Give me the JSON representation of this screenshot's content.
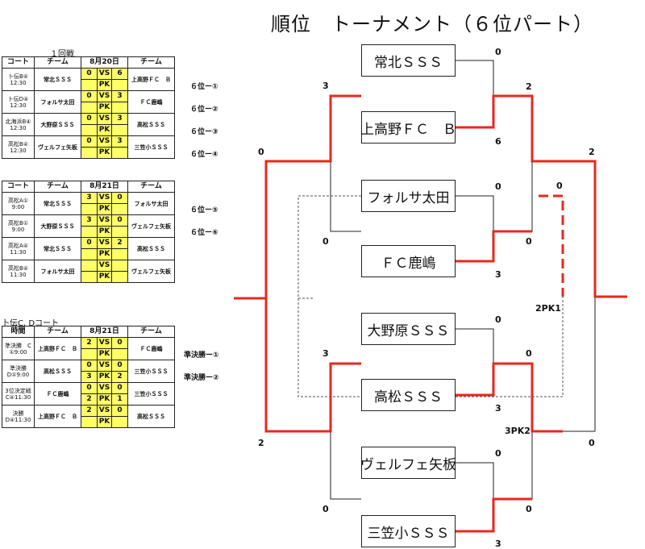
{
  "title": "順位　トーナメント（６位パート）",
  "round1": {
    "caption": "１回戦",
    "headers": [
      "コート",
      "チーム",
      "8月20日",
      "チーム"
    ],
    "date_label": "8月20日",
    "vs": "VS",
    "pk": "PK",
    "rows": [
      {
        "court": "卜伝B④",
        "time": "12:30",
        "team1": "常北ＳＳＳ",
        "s1": "0",
        "s2": "6",
        "pk1": "",
        "pk2": "",
        "team2": "上高野ＦＣ　Ｂ",
        "label": "６位ー①"
      },
      {
        "court": "卜伝D④",
        "time": "12:30",
        "team1": "フォルサ太田",
        "s1": "0",
        "s2": "3",
        "pk1": "",
        "pk2": "",
        "team2": "ＦＣ鹿嶋",
        "label": "６位ー②"
      },
      {
        "court": "北海浜B④",
        "time": "12:30",
        "team1": "大野原ＳＳＳ",
        "s1": "0",
        "s2": "3",
        "pk1": "",
        "pk2": "",
        "team2": "高松ＳＳＳ",
        "label": "６位ー③"
      },
      {
        "court": "高松B④",
        "time": "12:30",
        "team1": "ヴェルフェ矢板",
        "s1": "0",
        "s2": "3",
        "pk1": "",
        "pk2": "",
        "team2": "三笠小ＳＳＳ",
        "label": "６位ー④"
      }
    ]
  },
  "round2": {
    "headers": [
      "コート",
      "チーム",
      "8月21日",
      "チーム"
    ],
    "vs": "VS",
    "pk": "PK",
    "rows": [
      {
        "court": "高松A①",
        "time": "9:00",
        "team1": "常北ＳＳＳ",
        "s1": "3",
        "s2": "0",
        "pk1": "",
        "pk2": "",
        "team2": "フォルサ太田",
        "label": "６位ー⑤"
      },
      {
        "court": "高松B①",
        "time": "9:00",
        "team1": "大野原ＳＳＳ",
        "s1": "3",
        "s2": "0",
        "pk1": "",
        "pk2": "",
        "team2": "ヴェルフェ矢板",
        "label": "６位ー⑥"
      },
      {
        "court": "高松A④",
        "time": "11:30",
        "team1": "常北ＳＳＳ",
        "s1": "0",
        "s2": "2",
        "pk1": "",
        "pk2": "",
        "team2": "高松ＳＳＳ",
        "label": ""
      },
      {
        "court": "高松B④",
        "time": "11:30",
        "team1": "フォルサ太田",
        "s1": "",
        "s2": "",
        "pk1": "",
        "pk2": "",
        "team2": "ヴェルフェ矢板",
        "label": ""
      }
    ]
  },
  "round3": {
    "caption": "卜伝C, Dコート",
    "headers": [
      "時間",
      "チーム",
      "8月21日",
      "チーム"
    ],
    "vs": "VS",
    "pk": "PK",
    "rows": [
      {
        "court": "準決勝　C",
        "time": "①9:00",
        "team1": "上高野ＦＣ　Ｂ",
        "s1": "2",
        "s2": "0",
        "pk1": "",
        "pk2": "",
        "team2": "ＦＣ鹿嶋",
        "label": "準決勝ー①"
      },
      {
        "court": "準決勝",
        "time": "D①9:00",
        "team1": "高松ＳＳＳ",
        "s1": "0",
        "s2": "0",
        "pk1": "3",
        "pk2": "2",
        "team2": "三笠小ＳＳＳ",
        "label": "準決勝ー②"
      },
      {
        "court": "3位決定戦",
        "time": "C④11:30",
        "team1": "ＦＣ鹿嶋",
        "s1": "0",
        "s2": "0",
        "pk1": "2",
        "pk2": "1",
        "team2": "三笠小ＳＳＳ",
        "label": ""
      },
      {
        "court": "決勝",
        "time": "D④11:30",
        "team1": "上高野ＦＣ　Ｂ",
        "s1": "2",
        "s2": "0",
        "pk1": "",
        "pk2": "",
        "team2": "高松ＳＳＳ",
        "label": ""
      }
    ]
  },
  "bracket": {
    "teams": [
      "常北ＳＳＳ",
      "上高野ＦＣ　Ｂ",
      "フォルサ太田",
      "ＦＣ鹿嶋",
      "大野原ＳＳＳ",
      "高松ＳＳＳ",
      "ヴェルフェ矢板",
      "三笠小ＳＳＳ"
    ],
    "scores": {
      "r1_1a": "0",
      "r1_1b": "6",
      "r1_2a": "0",
      "r1_2b": "3",
      "r1_3a": "0",
      "r1_3b": "3",
      "r1_4a": "0",
      "r1_4b": "3",
      "sf1a": "2",
      "sf1b": "0",
      "sf2a": "0",
      "sf2b": "0",
      "sf2_pk": "3PK2",
      "third_a": "0",
      "third_pk": "2PK1",
      "final_a": "2",
      "final_b": "0",
      "l_r2_top": "3",
      "l_r2_top_b": "0",
      "l_r2_bot": "3",
      "l_r2_bot_b": "0",
      "l_final_a": "0",
      "l_final_b": "2"
    },
    "colors": {
      "winner_line": "#e8281e",
      "line": "#222222",
      "dashed": "#555555"
    }
  }
}
